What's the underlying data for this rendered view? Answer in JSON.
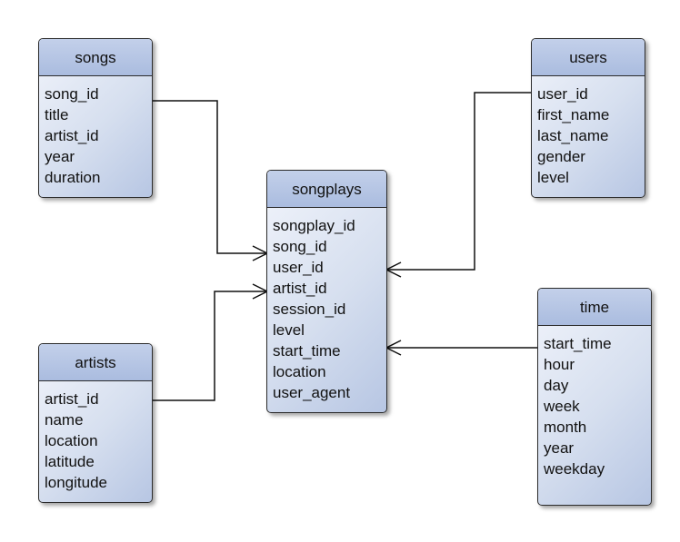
{
  "entities": {
    "songs": {
      "title": "songs",
      "fields": [
        "song_id",
        "title",
        "artist_id",
        "year",
        "duration"
      ]
    },
    "users": {
      "title": "users",
      "fields": [
        "user_id",
        "first_name",
        "last_name",
        "gender",
        "level"
      ]
    },
    "songplays": {
      "title": "songplays",
      "fields": [
        "songplay_id",
        "song_id",
        "user_id",
        "artist_id",
        "session_id",
        "level",
        "start_time",
        "location",
        "user_agent"
      ]
    },
    "artists": {
      "title": "artists",
      "fields": [
        "artist_id",
        "name",
        "location",
        "latitude",
        "longitude"
      ]
    },
    "time": {
      "title": "time",
      "fields": [
        "start_time",
        "hour",
        "day",
        "week",
        "month",
        "year",
        "weekday"
      ]
    }
  },
  "relationships": [
    {
      "from": "songs",
      "to": "songplays",
      "to_field": "song_id",
      "cardinality": "one-to-many"
    },
    {
      "from": "artists",
      "to": "songplays",
      "to_field": "artist_id",
      "cardinality": "one-to-many"
    },
    {
      "from": "users",
      "to": "songplays",
      "to_field": "user_id",
      "cardinality": "one-to-many"
    },
    {
      "from": "time",
      "to": "songplays",
      "to_field": "start_time",
      "cardinality": "one-to-many"
    }
  ]
}
